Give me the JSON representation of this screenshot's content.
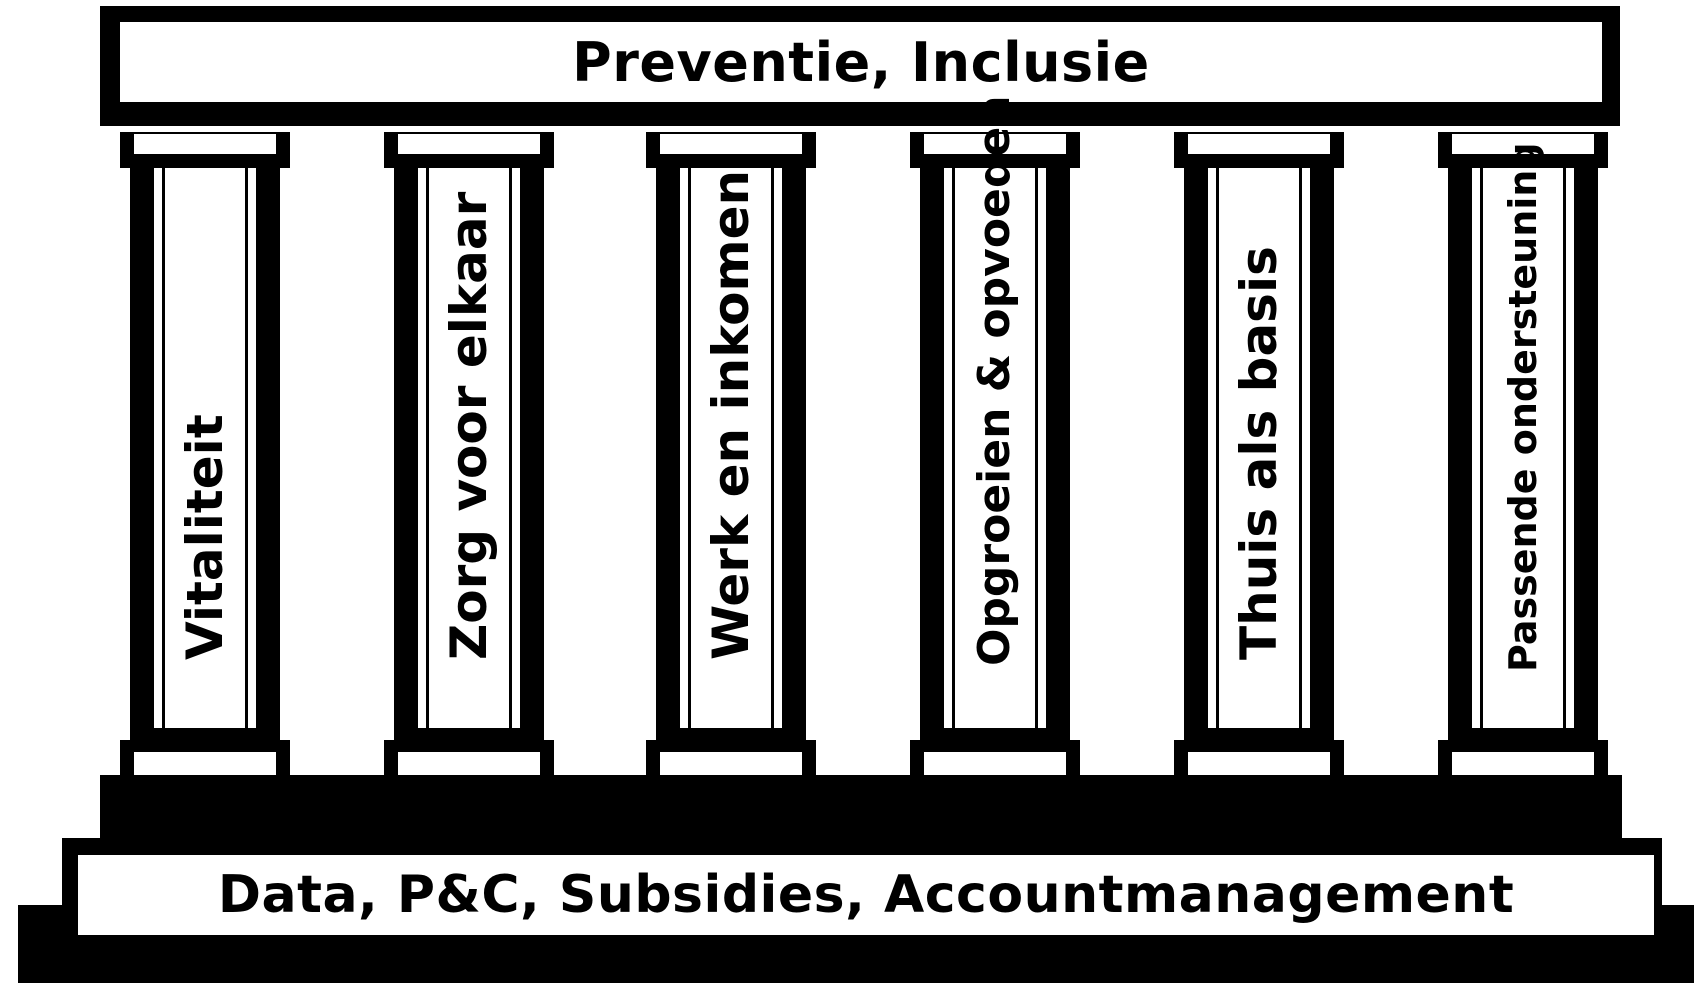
{
  "roof": {
    "label": "Preventie, Inclusie"
  },
  "pillars": [
    {
      "label": "Vitaliteit"
    },
    {
      "label": "Zorg voor elkaar"
    },
    {
      "label": "Werk en inkomen"
    },
    {
      "label": "Opgroeien & opvoeden"
    },
    {
      "label": "Thuis als basis"
    },
    {
      "label": "Passende ondersteuning"
    }
  ],
  "foundation": {
    "label": "Data, P&C, Subsidies, Accountmanagement"
  }
}
